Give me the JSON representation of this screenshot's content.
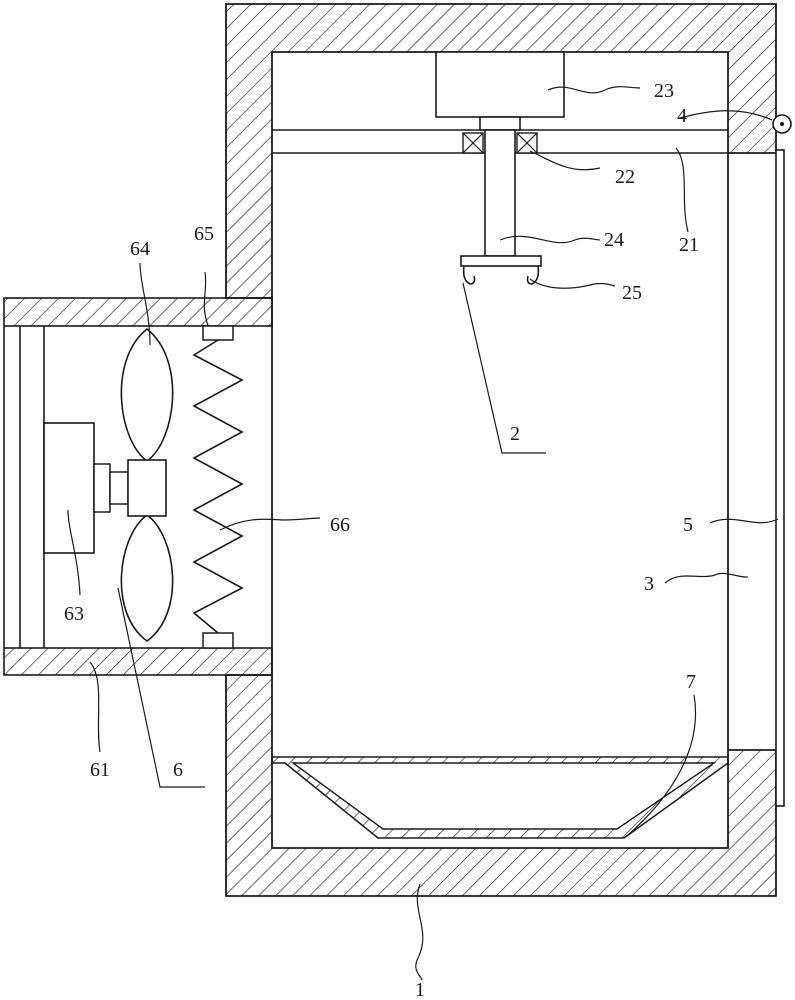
{
  "labels": {
    "l1": "1",
    "l2": "2",
    "l3": "3",
    "l4": "4",
    "l5": "5",
    "l6": "6",
    "l7": "7",
    "l21": "21",
    "l22": "22",
    "l23": "23",
    "l24": "24",
    "l25": "25",
    "l61": "61",
    "l63": "63",
    "l64": "64",
    "l65": "65",
    "l66": "66"
  }
}
